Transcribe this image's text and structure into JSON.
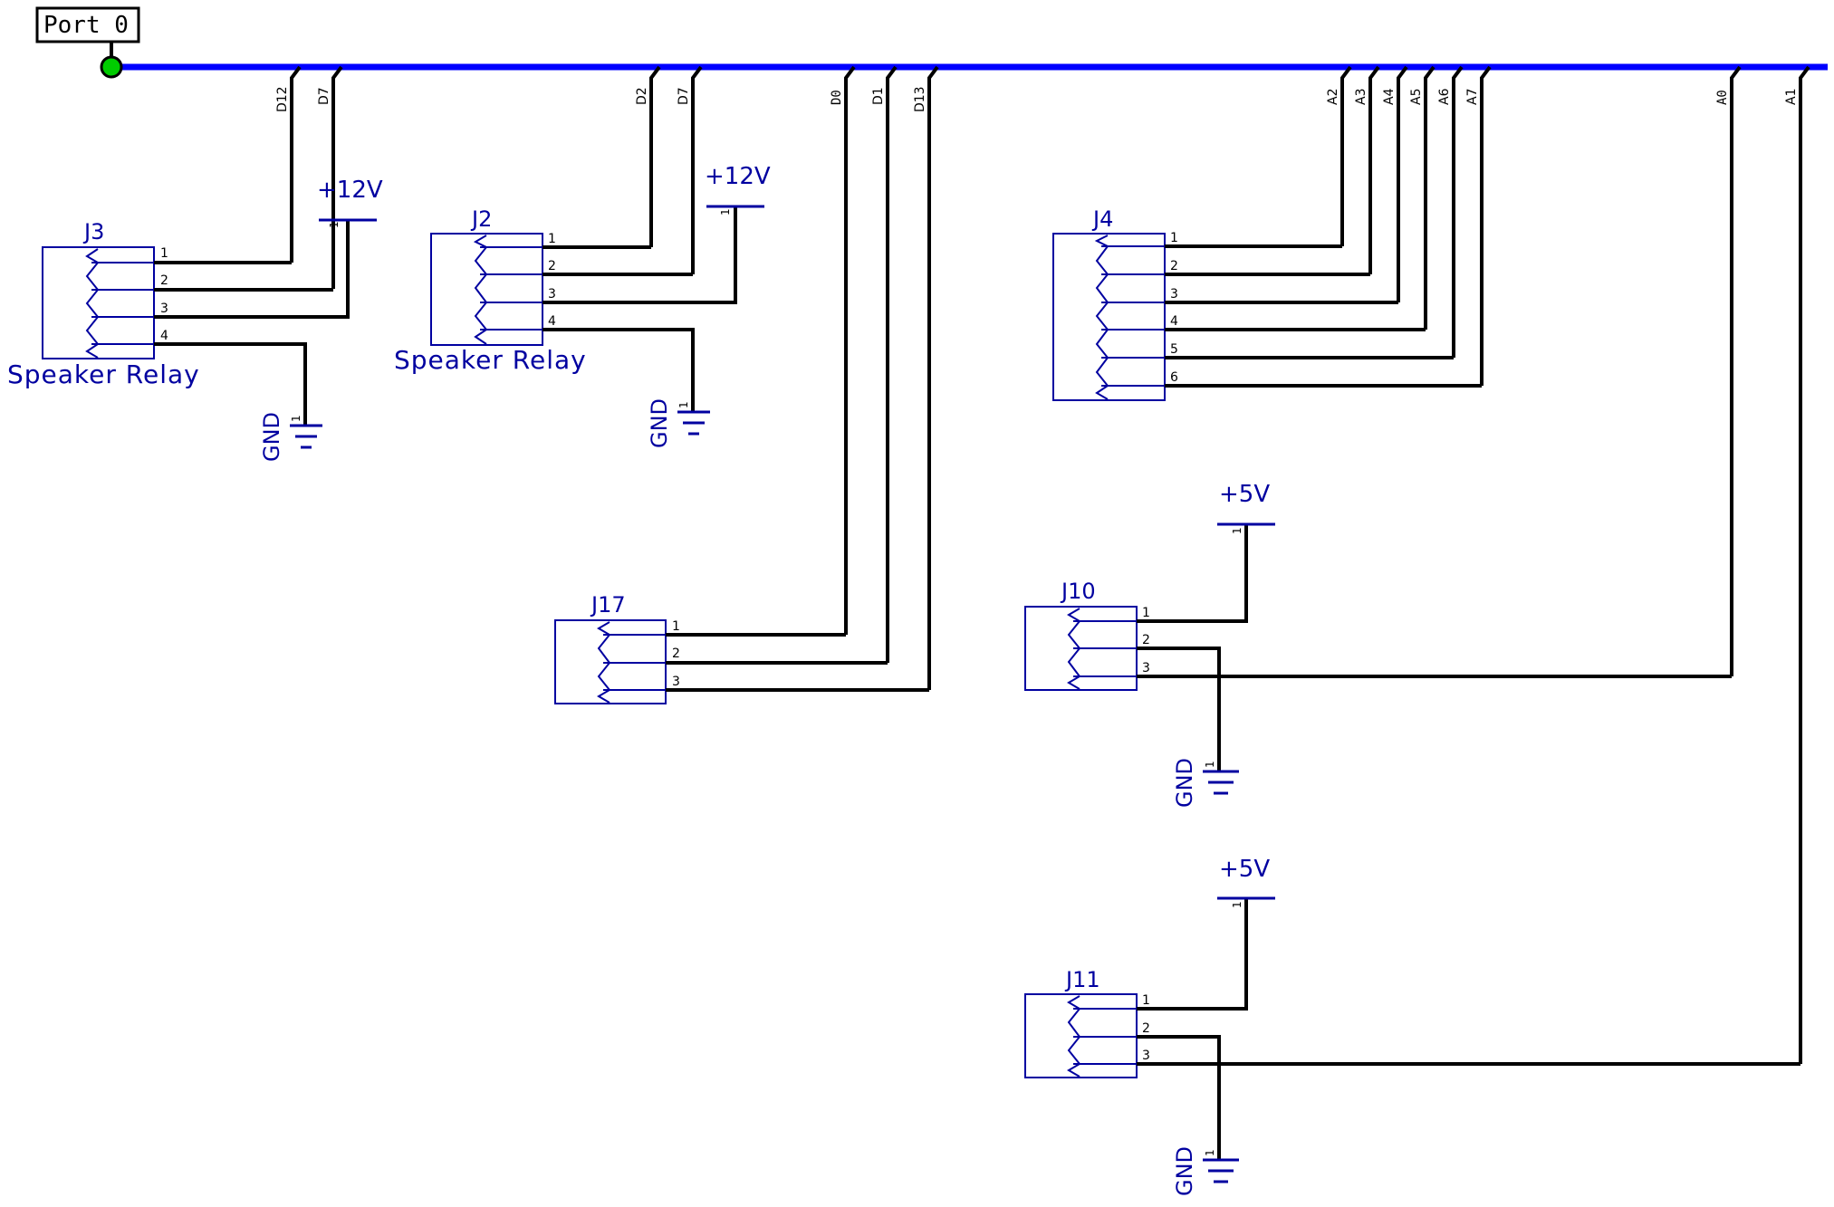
{
  "port": {
    "label": "Port 0"
  },
  "colors": {
    "bus": "#0000ff",
    "wire": "#000000",
    "symbol": "#0000a0",
    "port_dot": "#00cc00"
  },
  "bus_labels": {
    "d12": "D12",
    "d7a": "D7",
    "d2": "D2",
    "d7b": "D7",
    "d0": "D0",
    "d1": "D1",
    "d13": "D13",
    "a2": "A2",
    "a3": "A3",
    "a4": "A4",
    "a5": "A5",
    "a6": "A6",
    "a7": "A7",
    "a0": "A0",
    "a1": "A1"
  },
  "components": {
    "j3": {
      "ref": "J3",
      "label": "Speaker Relay",
      "pins": [
        "1",
        "2",
        "3",
        "4"
      ]
    },
    "j2": {
      "ref": "J2",
      "label": "Speaker Relay",
      "pins": [
        "1",
        "2",
        "3",
        "4"
      ]
    },
    "j17": {
      "ref": "J17",
      "pins": [
        "1",
        "2",
        "3"
      ]
    },
    "j4": {
      "ref": "J4",
      "pins": [
        "1",
        "2",
        "3",
        "4",
        "5",
        "6"
      ]
    },
    "j10": {
      "ref": "J10",
      "pins": [
        "1",
        "2",
        "3"
      ]
    },
    "j11": {
      "ref": "J11",
      "pins": [
        "1",
        "2",
        "3"
      ]
    }
  },
  "power": {
    "p12v_a": "+12V",
    "p12v_b": "+12V",
    "p5v_a": "+5V",
    "p5v_b": "+5V",
    "pin_one": "1"
  },
  "gnd": {
    "g1": "GND",
    "g2": "GND",
    "g3": "GND",
    "g4": "GND"
  }
}
